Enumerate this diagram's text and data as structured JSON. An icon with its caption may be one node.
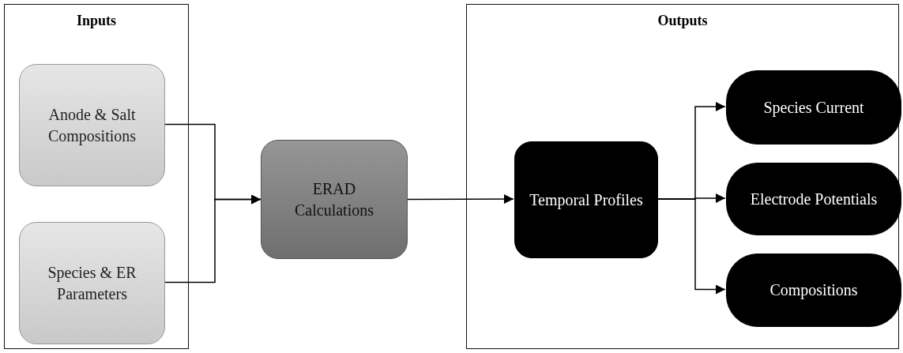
{
  "diagram": {
    "nodes": [
      {
        "text": [
          "Inputs"
        ]
      },
      {
        "text": [
          "Anode & Salt Compositions"
        ],
        "in": 0
      },
      {
        "text": [
          "Species & ER Parameters"
        ],
        "in": 0
      },
      {
        "text": [
          "ERAD Calculations"
        ]
      },
      {
        "text": [
          "Outputs"
        ]
      },
      {
        "text": [
          "Temporal Profiles"
        ],
        "in": 4
      },
      {
        "text": [
          "Species Current"
        ],
        "in": 4
      },
      {
        "text": [
          "Electrode Potentials"
        ],
        "in": 4
      },
      {
        "text": [
          "Compositions"
        ],
        "in": 4
      }
    ],
    "edges": [
      {
        "from": 1,
        "to": 3,
        "arrow": "to"
      },
      {
        "from": 2,
        "to": 3,
        "arrow": "to"
      },
      {
        "from": 3,
        "to": 5,
        "arrow": "to"
      },
      {
        "from": 5,
        "to": 6,
        "arrow": "to"
      },
      {
        "from": 5,
        "to": 7,
        "arrow": "to"
      },
      {
        "from": 5,
        "to": 8,
        "arrow": "to"
      }
    ]
  }
}
